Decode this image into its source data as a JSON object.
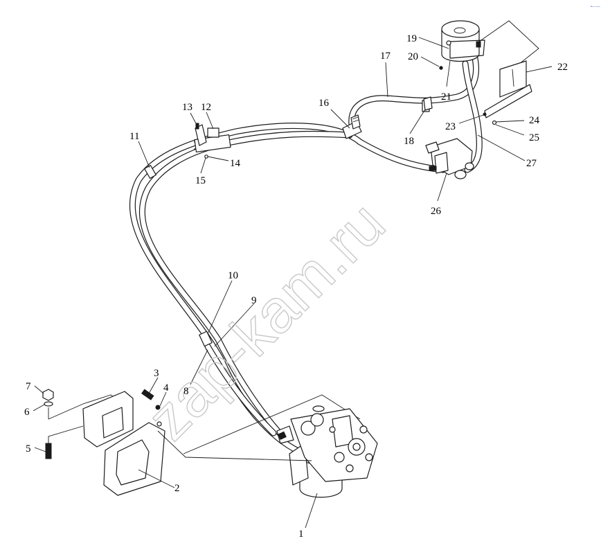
{
  "watermark": "zap-kam.ru",
  "corner_mark": "•─ ──",
  "colors": {
    "line": "#1a1a1a",
    "watermark": "#c8c8c8",
    "background": "#ffffff"
  },
  "callouts": [
    {
      "id": "c1",
      "label": "1"
    },
    {
      "id": "c2",
      "label": "2"
    },
    {
      "id": "c3",
      "label": "3"
    },
    {
      "id": "c4",
      "label": "4"
    },
    {
      "id": "c5",
      "label": "5"
    },
    {
      "id": "c6",
      "label": "6"
    },
    {
      "id": "c7",
      "label": "7"
    },
    {
      "id": "c8",
      "label": "8"
    },
    {
      "id": "c9",
      "label": "9"
    },
    {
      "id": "c10",
      "label": "10"
    },
    {
      "id": "c11",
      "label": "11"
    },
    {
      "id": "c12",
      "label": "12"
    },
    {
      "id": "c13",
      "label": "13"
    },
    {
      "id": "c14",
      "label": "14"
    },
    {
      "id": "c15",
      "label": "15"
    },
    {
      "id": "c16",
      "label": "16"
    },
    {
      "id": "c17",
      "label": "17"
    },
    {
      "id": "c18",
      "label": "18"
    },
    {
      "id": "c19",
      "label": "19"
    },
    {
      "id": "c20",
      "label": "20"
    },
    {
      "id": "c21",
      "label": "21"
    },
    {
      "id": "c22",
      "label": "22"
    },
    {
      "id": "c23",
      "label": "23"
    },
    {
      "id": "c24",
      "label": "24"
    },
    {
      "id": "c25",
      "label": "25"
    },
    {
      "id": "c26",
      "label": "26"
    },
    {
      "id": "c27",
      "label": "27"
    }
  ]
}
